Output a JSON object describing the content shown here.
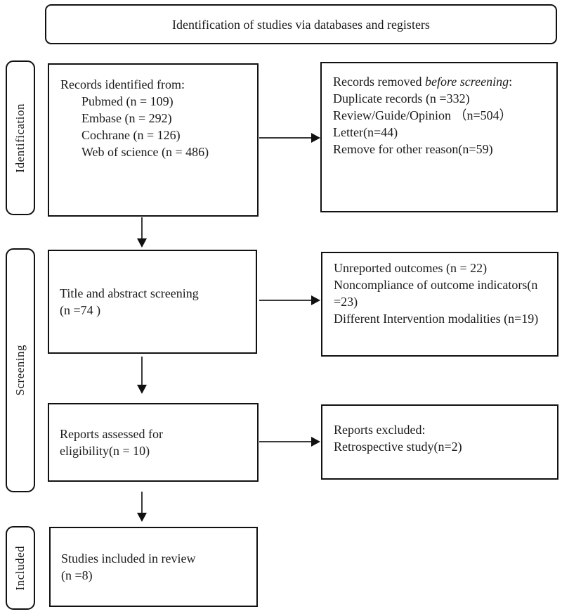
{
  "banner": {
    "title": "Identification of studies via databases and registers"
  },
  "stages": {
    "identification": "Identification",
    "screening": "Screening",
    "included": "Included"
  },
  "boxes": {
    "records_identified": {
      "title": "Records identified from:",
      "items": [
        "Pubmed (n = 109)",
        "Embase (n = 292)",
        "Cochrane (n = 126)",
        "Web of science (n = 486)"
      ]
    },
    "records_removed": {
      "title_prefix": "Records removed ",
      "title_italic": "before screening",
      "title_suffix": ":",
      "lines": [
        "Duplicate records (n =332)",
        "Review/Guide/Opinion （n=504）",
        "Letter(n=44)",
        "Remove for other reason(n=59)"
      ]
    },
    "title_abstract_screening": {
      "lines": [
        "Title and abstract screening",
        "(n =74 )"
      ]
    },
    "screening_exclusions": {
      "lines": [
        "Unreported outcomes (n = 22)",
        "Noncompliance of outcome indicators(n =23)",
        "Different Intervention modalities (n=19)"
      ]
    },
    "reports_assessed": {
      "lines": [
        "Reports assessed for",
        "eligibility(n = 10)"
      ]
    },
    "reports_excluded": {
      "lines": [
        "Reports excluded:",
        "Retrospective study(n=2)"
      ]
    },
    "studies_included": {
      "lines": [
        "Studies included in review",
        "(n =8)"
      ]
    }
  },
  "colors": {
    "border": "#111111",
    "text": "#1b1b1b",
    "background": "#ffffff",
    "arrow_shaft": "#3a3a3a"
  }
}
